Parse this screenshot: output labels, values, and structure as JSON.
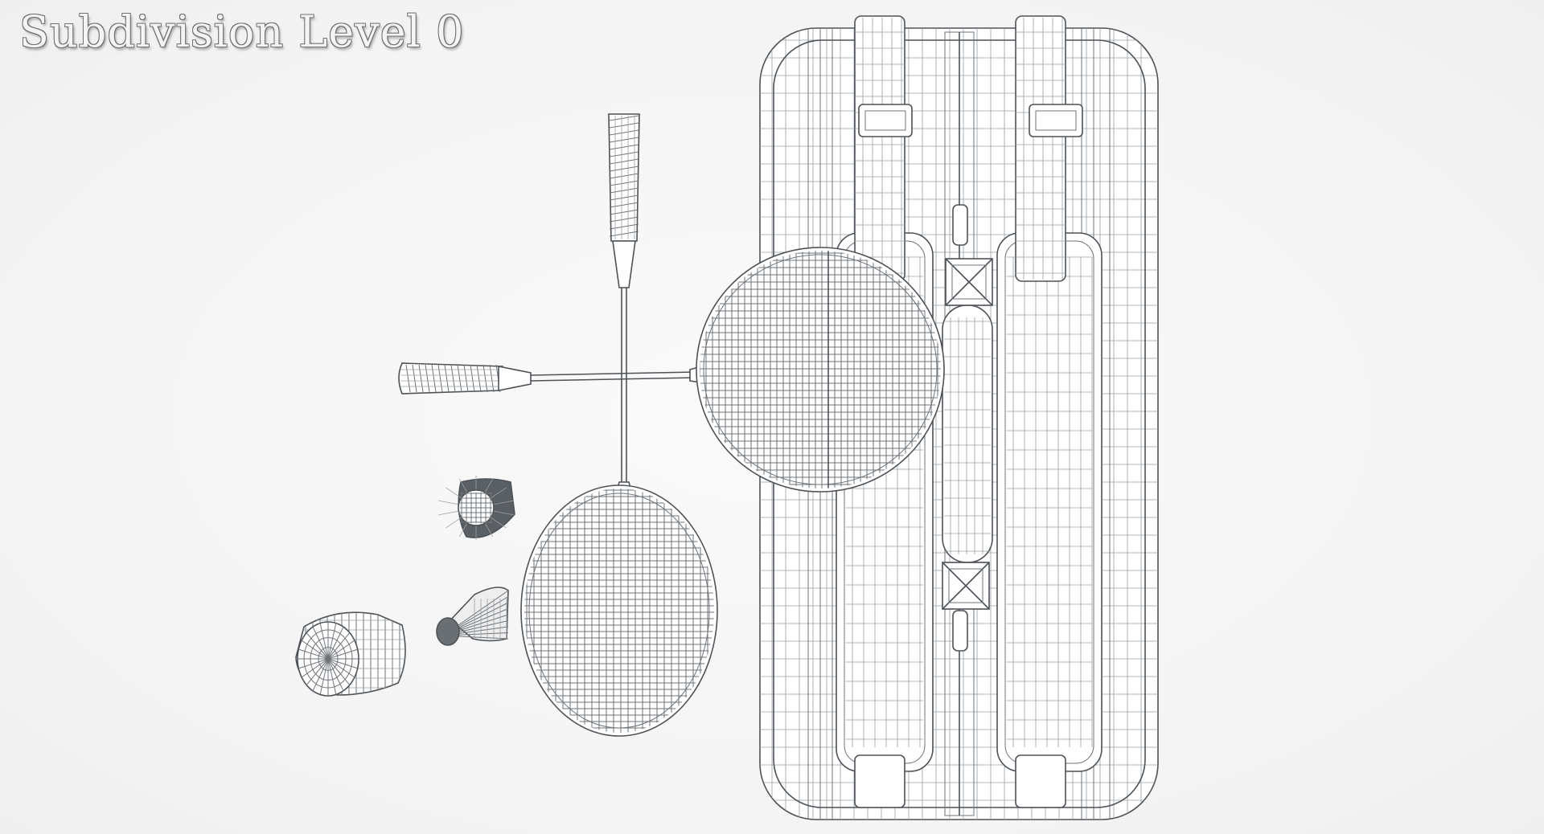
{
  "viewport": {
    "label": "Subdivision Level 0"
  },
  "scene": {
    "objects": [
      "badminton-bag",
      "racket-upright",
      "racket-horizontal",
      "shuttlecock-tube",
      "shuttlecock-front",
      "shuttlecock-side"
    ]
  },
  "colors": {
    "background": "#f6f6f6",
    "wire": "#6f7479",
    "wire_dark": "#4d5257",
    "surface": "#ffffff"
  }
}
